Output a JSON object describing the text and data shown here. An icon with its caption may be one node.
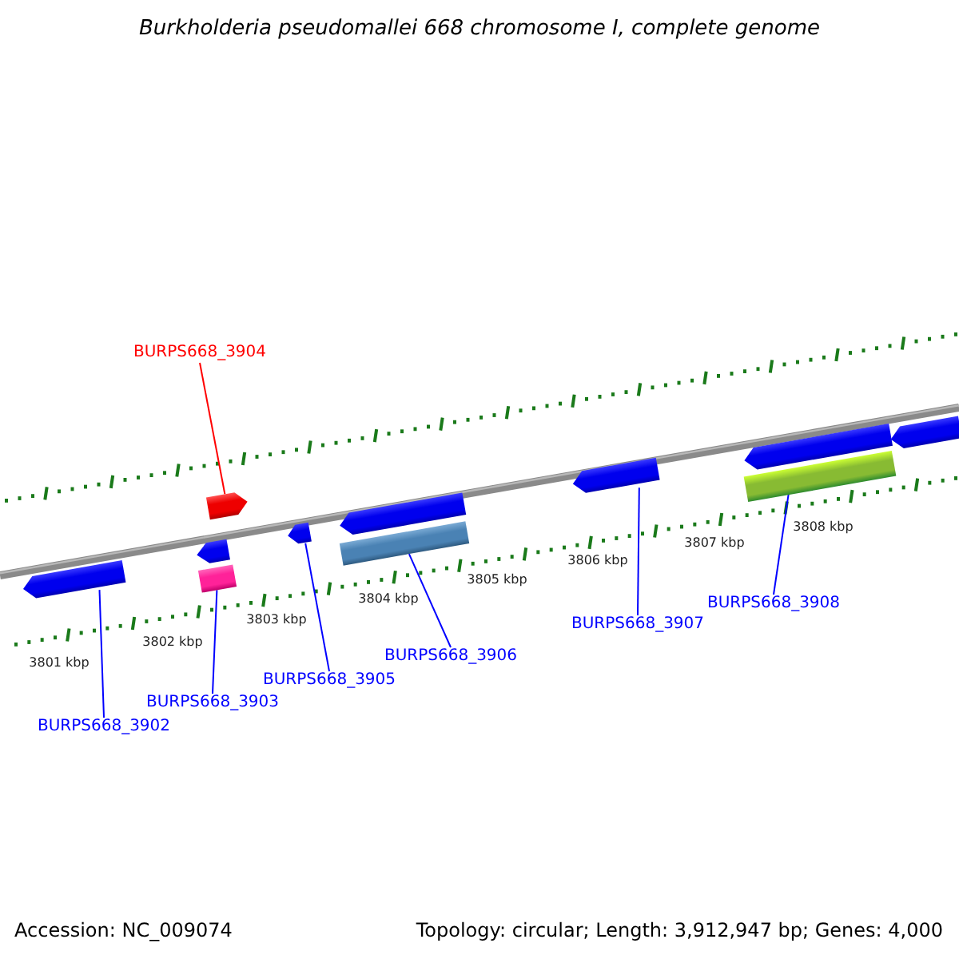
{
  "diagram": {
    "title": "Burkholderia pseudomallei 668 chromosome I, complete genome",
    "nodes": [
      {
        "text": [
          "BURPS668_3904"
        ]
      },
      {
        "text": [
          "BURPS668_3902"
        ]
      },
      {
        "text": [
          "BURPS668_3903"
        ]
      },
      {
        "text": [
          "BURPS668_3905"
        ]
      },
      {
        "text": [
          "BURPS668_3906"
        ]
      },
      {
        "text": [
          "BURPS668_3907"
        ]
      },
      {
        "text": [
          "BURPS668_3908"
        ]
      },
      {
        "text": [],
        "shape": "arrow"
      },
      {
        "text": [],
        "shape": "arrow"
      },
      {
        "text": [],
        "shape": "arrow"
      },
      {
        "text": [],
        "shape": "bar"
      },
      {
        "text": [],
        "shape": "arrow"
      },
      {
        "text": [],
        "shape": "arrow"
      },
      {
        "text": [],
        "shape": "bar"
      },
      {
        "text": [],
        "shape": "arrow"
      },
      {
        "text": [],
        "shape": "arrow"
      },
      {
        "text": [],
        "shape": "bar"
      },
      {
        "text": [],
        "shape": "arrow"
      }
    ],
    "edges": [
      {
        "from": 0,
        "to": 8,
        "arrow": "none",
        "color": "#ff0000"
      },
      {
        "from": 1,
        "to": 7,
        "arrow": "none"
      },
      {
        "from": 2,
        "to": 10,
        "arrow": "none"
      },
      {
        "from": 3,
        "to": 11,
        "arrow": "none"
      },
      {
        "from": 4,
        "to": 13,
        "arrow": "none"
      },
      {
        "from": 5,
        "to": 14,
        "arrow": "none"
      },
      {
        "from": 6,
        "to": 16,
        "arrow": "none"
      }
    ],
    "labels": [
      "3801 kbp",
      "3802 kbp",
      "3803 kbp",
      "3804 kbp",
      "3805 kbp",
      "3806 kbp",
      "3807 kbp",
      "3808 kbp",
      "Accession: NC_009074",
      "Topology: circular; Length: 3,912,947 bp; Genes: 4,000"
    ]
  }
}
